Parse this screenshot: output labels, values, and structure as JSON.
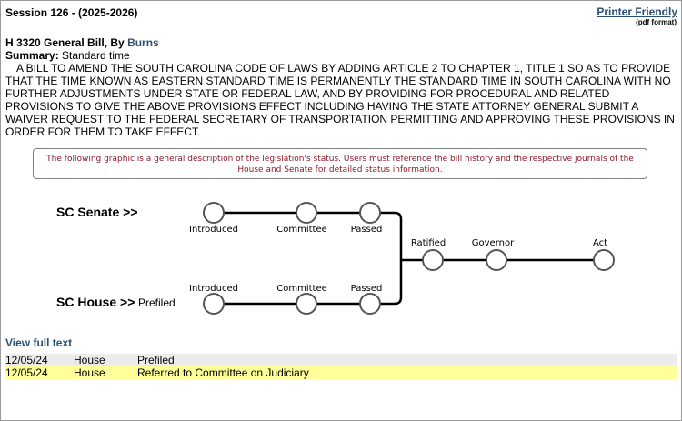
{
  "header": {
    "session": "Session 126 - (2025-2026)",
    "printer_friendly": "Printer Friendly",
    "pdf_format": "(pdf format)"
  },
  "bill": {
    "title_prefix": "H 3320 General Bill, By ",
    "sponsor": "Burns",
    "summary_label": "Summary:",
    "summary_text": " Standard time",
    "description": "A BILL TO AMEND THE SOUTH CAROLINA CODE OF LAWS BY ADDING ARTICLE 2 TO CHAPTER 1, TITLE 1 SO AS TO PROVIDE THAT THE TIME KNOWN AS EASTERN STANDARD TIME IS PERMANENTLY THE STANDARD TIME IN SOUTH CAROLINA WITH NO FURTHER ADJUSTMENTS UNDER STATE OR FEDERAL LAW, AND BY PROVIDING FOR PROCEDURAL AND RELATED PROVISIONS TO GIVE THE ABOVE PROVISIONS EFFECT INCLUDING HAVING THE STATE ATTORNEY GENERAL SUBMIT A WAIVER REQUEST TO THE FEDERAL SECRETARY OF TRANSPORTATION PERMITTING AND APPROVING THESE PROVISIONS IN ORDER FOR THEM TO TAKE EFFECT."
  },
  "notice": "The following graphic is a general description of the legislation's status. Users must reference the bill history and the respective journals of the House and Senate for detailed status information.",
  "status_graphic": {
    "senate_label": "SC Senate >>",
    "house_label": "SC House >>",
    "house_status": "Prefiled",
    "senate_steps": [
      "Introduced",
      "Committee",
      "Passed"
    ],
    "house_steps": [
      "Introduced",
      "Committee",
      "Passed"
    ],
    "final_steps": [
      "Ratified",
      "Governor",
      "Act"
    ]
  },
  "view_full_text": "View full text",
  "history": [
    {
      "date": "12/05/24",
      "body": "House",
      "action": "Prefiled"
    },
    {
      "date": "12/05/24",
      "body": "House",
      "action": "Referred to Committee on Judiciary"
    }
  ]
}
